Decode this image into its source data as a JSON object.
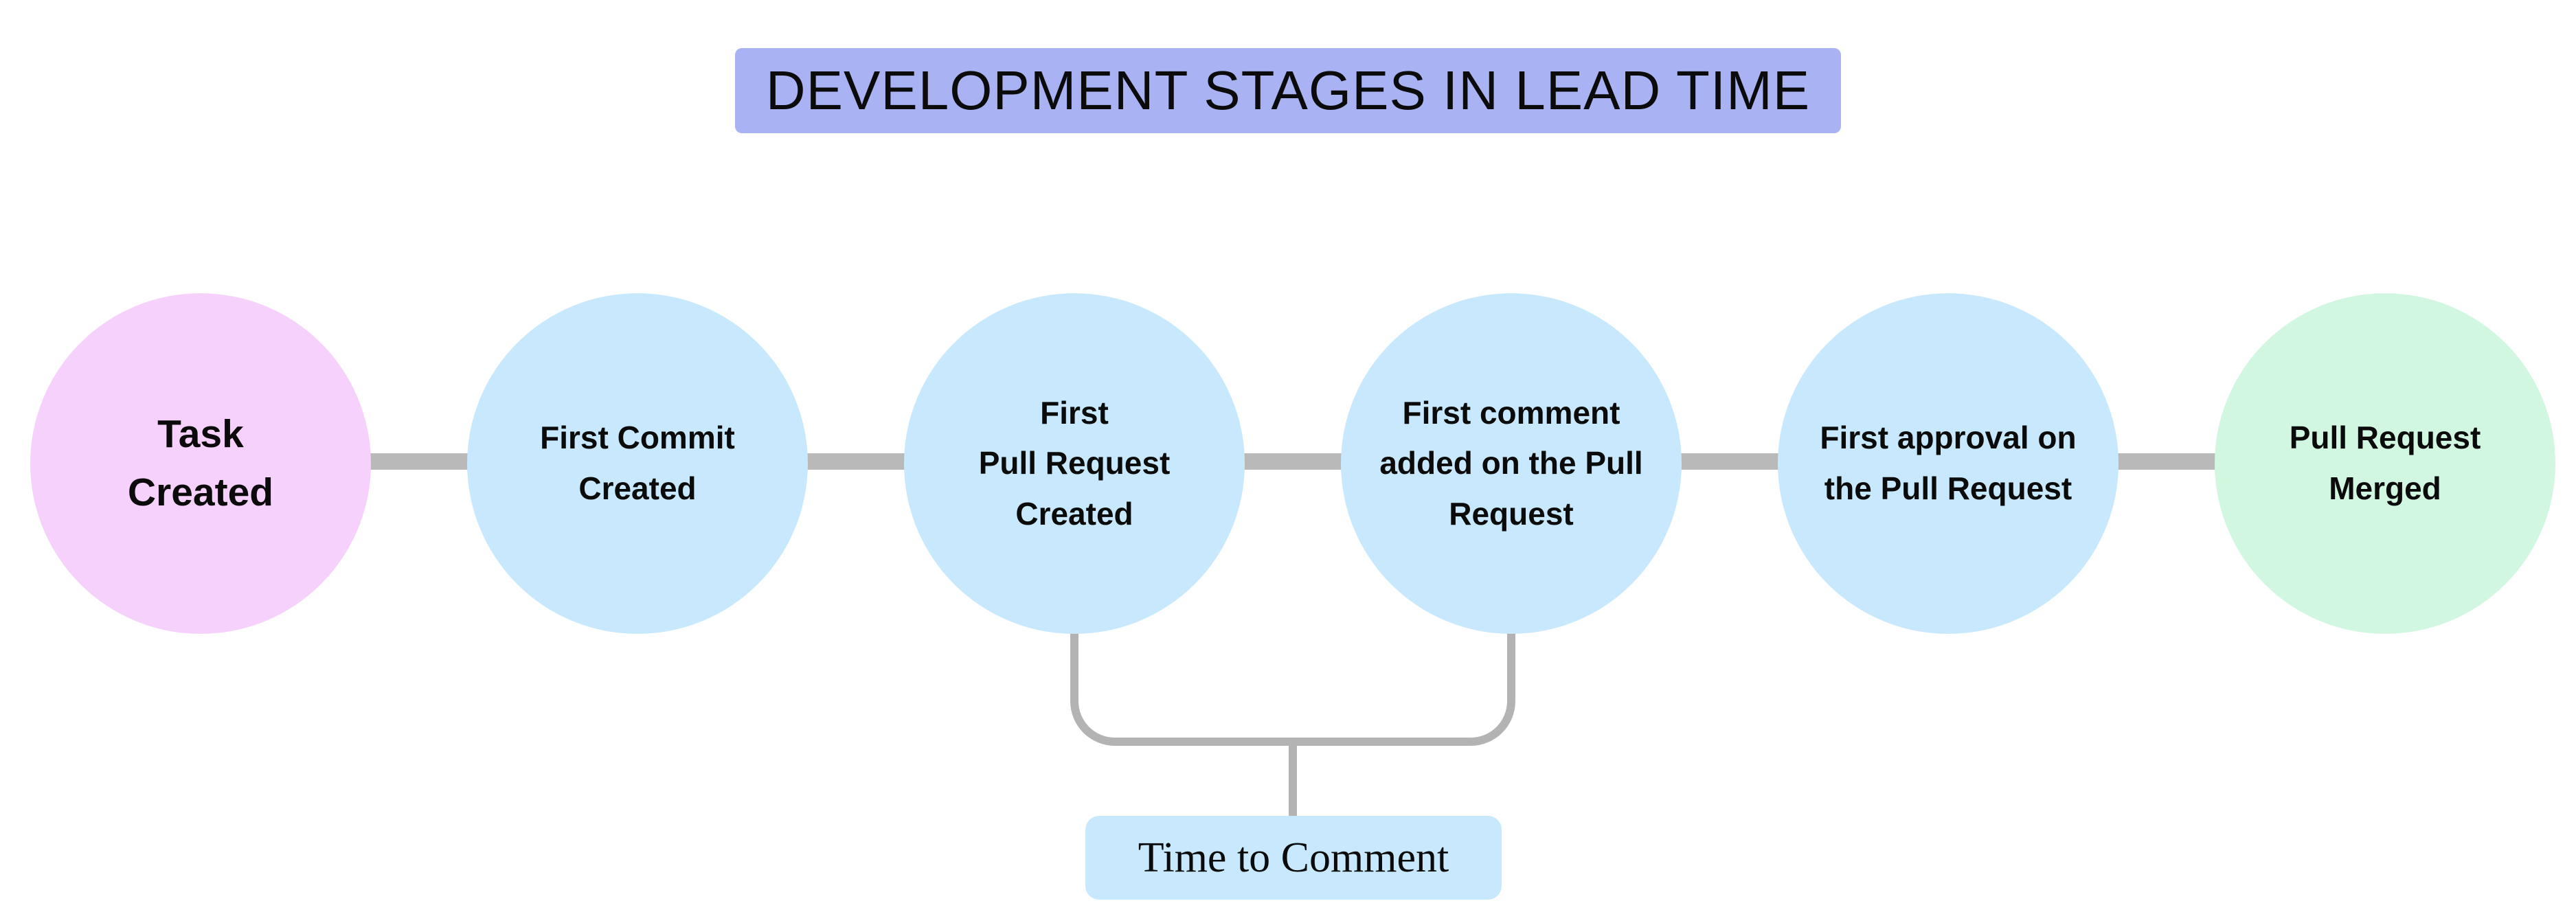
{
  "title": {
    "text": "DEVELOPMENT STAGES IN LEAD TIME",
    "bg": "#a9b3f3"
  },
  "stages": [
    {
      "label": "Task\nCreated",
      "fill": "#f5d1fb"
    },
    {
      "label": "First Commit\nCreated",
      "fill": "#c8e9fd"
    },
    {
      "label": "First\nPull Request\nCreated",
      "fill": "#c8e9fd"
    },
    {
      "label": "First comment\nadded on the Pull\nRequest",
      "fill": "#c8e9fd"
    },
    {
      "label": "First approval on\nthe Pull Request",
      "fill": "#c8e9fd"
    },
    {
      "label": "Pull Request\nMerged",
      "fill": "#d1f7e0"
    }
  ],
  "annotation": {
    "label": "Time to Comment",
    "fill": "#c8e9fd"
  },
  "colors": {
    "connector": "#b9b9b9",
    "bracket": "#b3b3b3",
    "text": "#0b0b0b",
    "background": "#ffffff"
  }
}
